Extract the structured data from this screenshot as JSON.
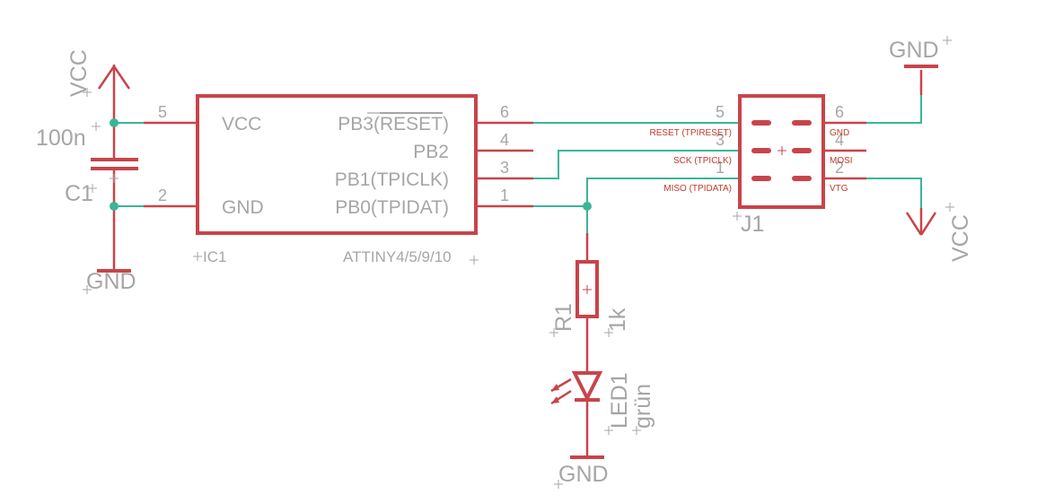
{
  "colors": {
    "wire": "#3bb597",
    "part": "#c8444a",
    "text": "#a6a6a6",
    "background": "#ffffff"
  },
  "supplies": {
    "vcc_left": "VCC",
    "gnd_left": "GND",
    "gnd_top_right": "GND",
    "vcc_right": "VCC",
    "gnd_bottom": "GND"
  },
  "capacitor": {
    "value": "100n",
    "name": "C1"
  },
  "ic": {
    "name": "IC1",
    "value": "ATTINY4/5/9/10",
    "left_pins": [
      {
        "number": "5",
        "label": "VCC"
      },
      {
        "number": "2",
        "label": "GND"
      }
    ],
    "right_pins": [
      {
        "number": "6",
        "label_prefix": "PB3(",
        "label_over": "RESET",
        "label_suffix": ")"
      },
      {
        "number": "4",
        "label": "PB2"
      },
      {
        "number": "3",
        "label": "PB1(TPICLK)"
      },
      {
        "number": "1",
        "label": "PB0(TPIDAT)"
      }
    ]
  },
  "connector": {
    "name": "J1",
    "left_pins": [
      {
        "number": "5",
        "label": "RESET (TPIRESET)"
      },
      {
        "number": "3",
        "label": "SCK (TPICLK)"
      },
      {
        "number": "1",
        "label": "MISO (TPIDATA)"
      }
    ],
    "right_pins": [
      {
        "number": "6",
        "label": "GND"
      },
      {
        "number": "4",
        "label": "MOSI"
      },
      {
        "number": "2",
        "label": "VTG"
      }
    ]
  },
  "resistor": {
    "name": "R1",
    "value": "1k"
  },
  "led": {
    "name": "LED1",
    "value": "grün"
  }
}
